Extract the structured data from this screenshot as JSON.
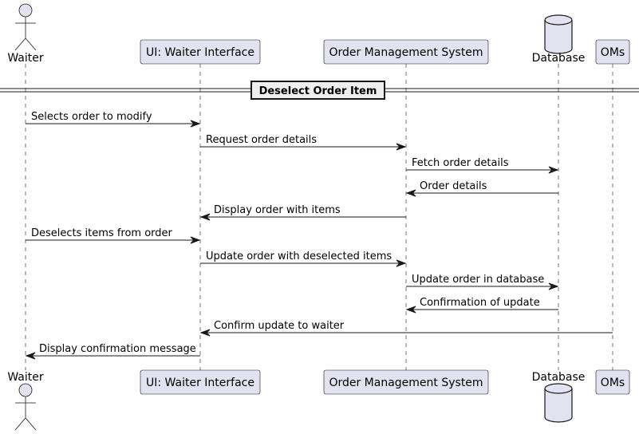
{
  "diagram": {
    "type": "sequence",
    "colors": {
      "participant_fill": "#e2e2f0",
      "participant_stroke": "#181818",
      "lifeline": "#181818",
      "divider_fill": "#eeeeee",
      "arrow": "#181818"
    },
    "participants": [
      {
        "id": "waiter",
        "label": "Waiter",
        "kind": "actor",
        "icon": "actor-icon"
      },
      {
        "id": "ui",
        "label": "UI: Waiter Interface",
        "kind": "box"
      },
      {
        "id": "oms",
        "label": "Order Management System",
        "kind": "box"
      },
      {
        "id": "db",
        "label": "Database",
        "kind": "database",
        "icon": "database-icon"
      },
      {
        "id": "oms2",
        "label": "OMs",
        "kind": "box"
      }
    ],
    "divider": {
      "label": "Deselect Order Item"
    },
    "messages": [
      {
        "from": "waiter",
        "to": "ui",
        "label": "Selects order to modify"
      },
      {
        "from": "ui",
        "to": "oms",
        "label": "Request order details"
      },
      {
        "from": "oms",
        "to": "db",
        "label": "Fetch order details"
      },
      {
        "from": "db",
        "to": "oms",
        "label": "Order details"
      },
      {
        "from": "oms",
        "to": "ui",
        "label": "Display order with items"
      },
      {
        "from": "waiter",
        "to": "ui",
        "label": "Deselects items from order"
      },
      {
        "from": "ui",
        "to": "oms",
        "label": "Update order with deselected items"
      },
      {
        "from": "oms",
        "to": "db",
        "label": "Update order in database"
      },
      {
        "from": "db",
        "to": "oms",
        "label": "Confirmation of update"
      },
      {
        "from": "oms2",
        "to": "ui",
        "label": "Confirm update to waiter"
      },
      {
        "from": "ui",
        "to": "waiter",
        "label": "Display confirmation message"
      }
    ]
  }
}
